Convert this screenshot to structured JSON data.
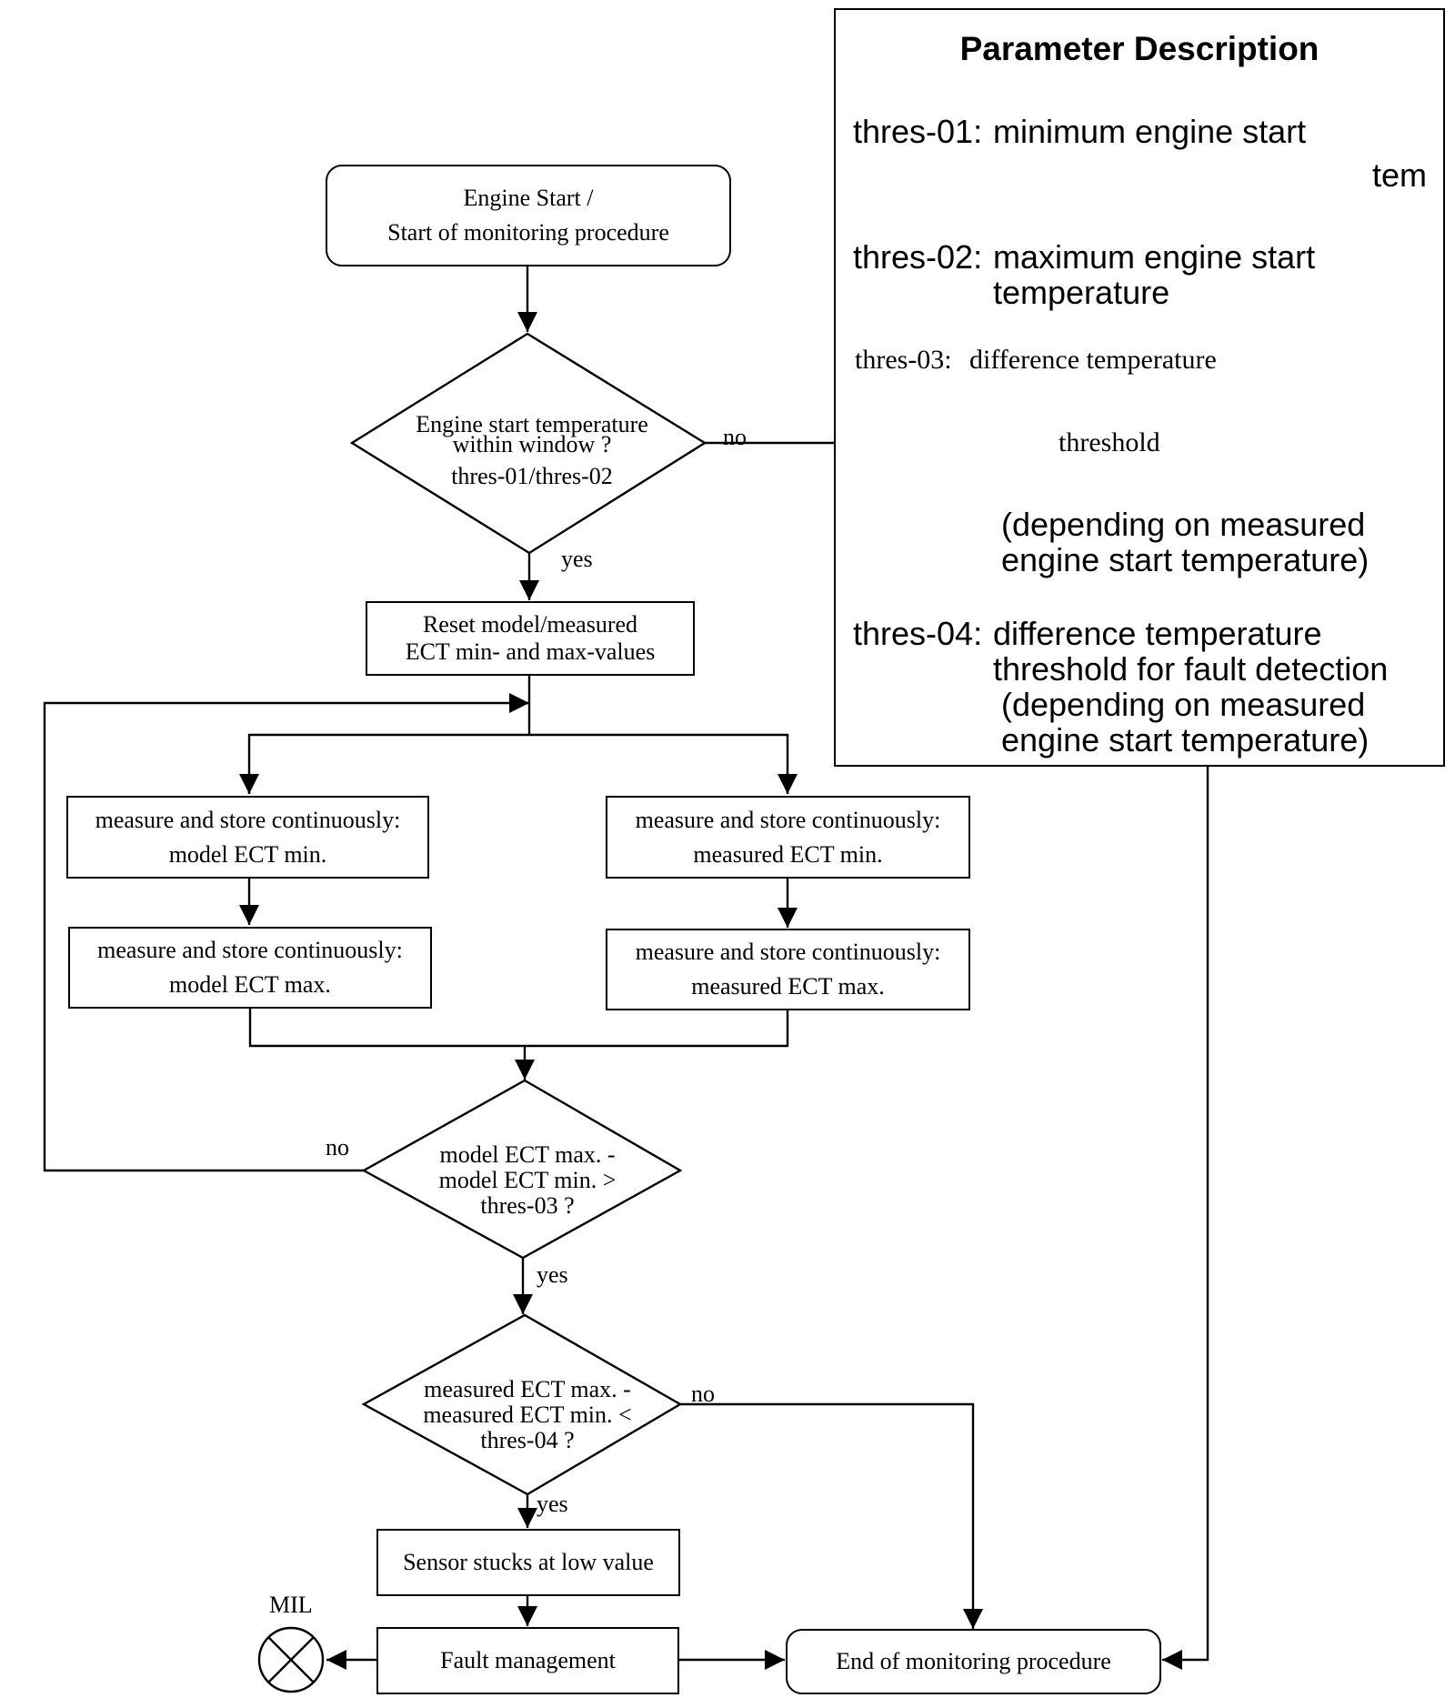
{
  "flowchart": {
    "start": {
      "line1": "Engine Start /",
      "line2": "Start of monitoring procedure"
    },
    "decision1": {
      "line1": "Engine start temperature",
      "line2": "within window ?",
      "line3": "thres-01/thres-02",
      "no_label": "no",
      "yes_label": "yes"
    },
    "reset": {
      "line1": "Reset model/measured",
      "line2": "ECT min- and max-values"
    },
    "model_min": {
      "line1": "measure and store continuously:",
      "line2": "model ECT min."
    },
    "model_max": {
      "line1": "measure and store continuously:",
      "line2": "model ECT max."
    },
    "measured_min": {
      "line1": "measure and store continuously:",
      "line2": "measured ECT min."
    },
    "measured_max": {
      "line1": "measure and store continuously:",
      "line2": "measured ECT max."
    },
    "decision2": {
      "line1": "model  ECT max. -",
      "line2": "model ECT min. >",
      "line3": "thres-03 ?",
      "no_label": "no",
      "yes_label": "yes"
    },
    "decision3": {
      "line1": "measured  ECT max. -",
      "line2": "measured ECT min. <",
      "line3": "thres-04 ?",
      "no_label": "no",
      "yes_label": "yes"
    },
    "sensor": {
      "label": "Sensor stucks at low value"
    },
    "fault": {
      "label": "Fault management"
    },
    "mil": {
      "label": "MIL"
    },
    "end": {
      "label": "End of monitoring procedure"
    }
  },
  "parameters": {
    "title": "Parameter Description",
    "thres01": {
      "key": "thres-01:",
      "desc": "minimum engine start",
      "overflow": "tem"
    },
    "thres02": {
      "key": "thres-02:",
      "desc_line1": "maximum engine start",
      "desc_line2": "temperature"
    },
    "thres03": {
      "key": "thres-03:",
      "desc_line1": "difference temperature",
      "desc_line2": "threshold",
      "desc_line3": "(depending on measured",
      "desc_line4": "engine start temperature)"
    },
    "thres04": {
      "key": "thres-04:",
      "desc_line1": "difference temperature",
      "desc_line2": "threshold for fault detection",
      "desc_line3": "(depending on measured",
      "desc_line4": "engine start temperature)"
    }
  }
}
